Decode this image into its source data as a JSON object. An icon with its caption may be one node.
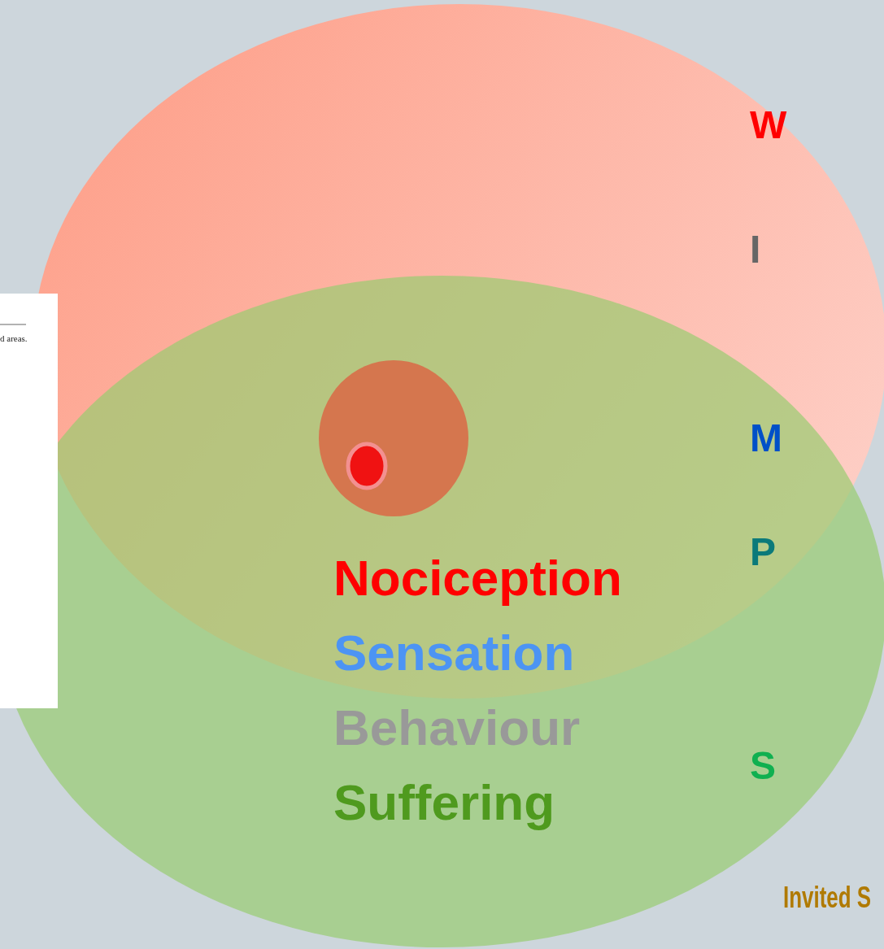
{
  "diagram": {
    "labels": [
      "d areas.",
      "W",
      "I",
      "M",
      "P",
      "Nociception",
      "Sensation",
      "Behaviour",
      "Suffering",
      "S",
      "Invited S"
    ]
  }
}
